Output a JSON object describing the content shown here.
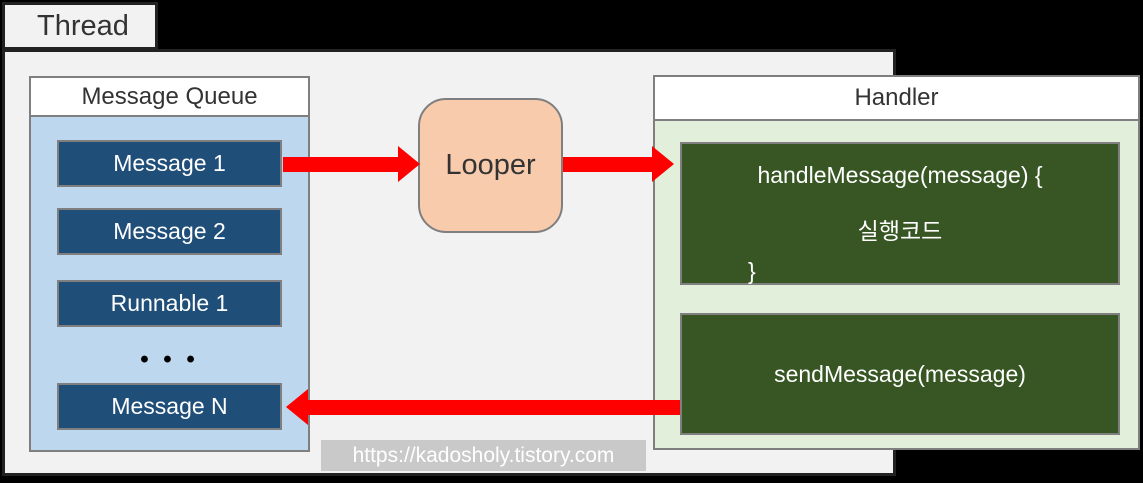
{
  "thread": {
    "label": "Thread"
  },
  "message_queue": {
    "title": "Message Queue",
    "items": [
      "Message 1",
      "Message 2",
      "Runnable 1",
      "Message N"
    ],
    "ellipsis": "• • •"
  },
  "looper": {
    "label": "Looper"
  },
  "handler": {
    "title": "Handler",
    "handle_message": {
      "line1": "handleMessage(message) {",
      "line2": "실행코드",
      "line3": "}"
    },
    "send_message": "sendMessage(message)"
  },
  "watermark": "https://kadosholy.tistory.com",
  "colors": {
    "background": "#000000",
    "panel": "#f2f2f2",
    "queue_fill": "#bdd7ee",
    "message_fill": "#1f4e79",
    "looper_fill": "#f8cbad",
    "handler_fill": "#e2efda",
    "code_fill": "#375623",
    "arrow": "#ff0000",
    "box_border": "#7f7f7f"
  }
}
